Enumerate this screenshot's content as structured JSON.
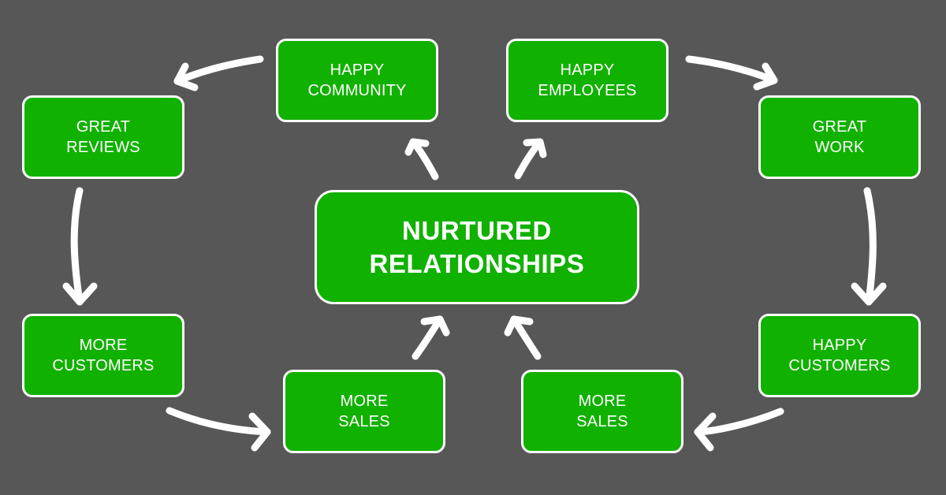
{
  "diagram": {
    "center": {
      "line1": "NURTURED",
      "line2": "RELATIONSHIPS"
    },
    "nodes": {
      "happy_community": {
        "line1": "HAPPY",
        "line2": "COMMUNITY"
      },
      "happy_employees": {
        "line1": "HAPPY",
        "line2": "EMPLOYEES"
      },
      "great_reviews": {
        "line1": "GREAT",
        "line2": "REVIEWS"
      },
      "great_work": {
        "line1": "GREAT",
        "line2": "WORK"
      },
      "more_customers": {
        "line1": "MORE",
        "line2": "CUSTOMERS"
      },
      "happy_customers": {
        "line1": "HAPPY",
        "line2": "CUSTOMERS"
      },
      "more_sales_left": {
        "line1": "MORE",
        "line2": "SALES"
      },
      "more_sales_right": {
        "line1": "MORE",
        "line2": "SALES"
      }
    },
    "colors": {
      "background": "#575757",
      "node_fill": "#11b100",
      "border_and_arrows": "#ffffff",
      "text": "#ffffff"
    }
  }
}
